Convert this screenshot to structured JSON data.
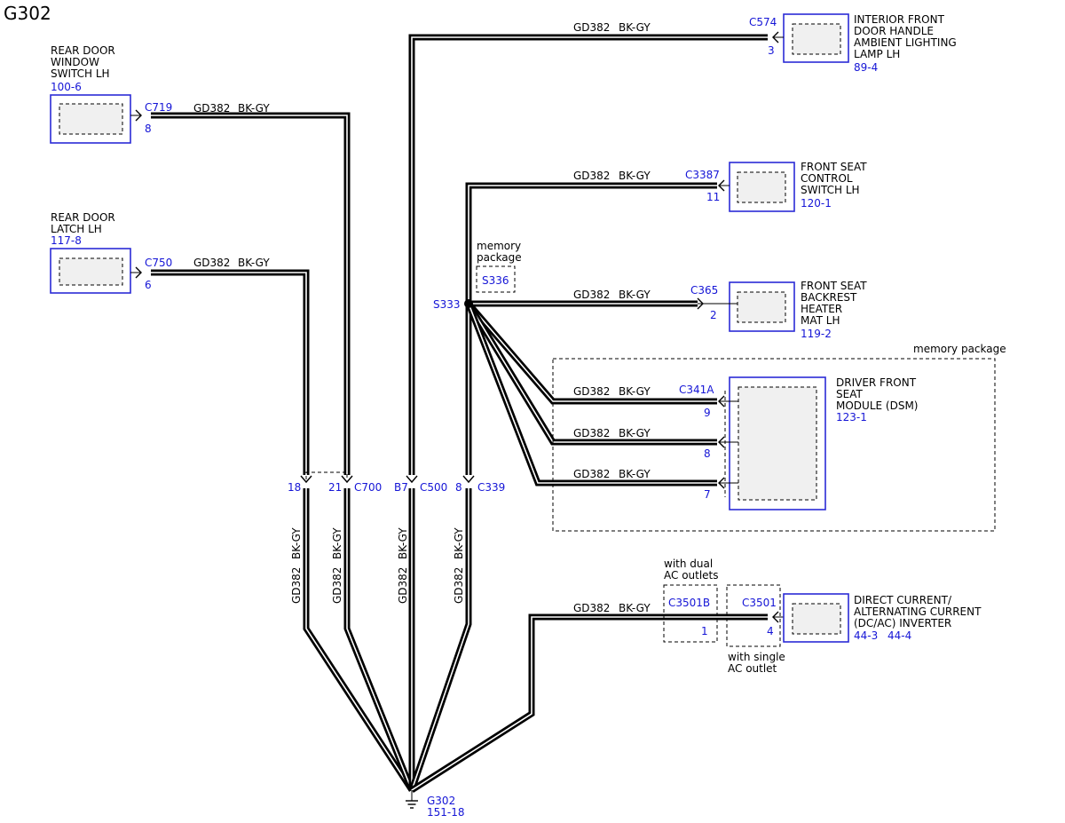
{
  "title": "G302",
  "wire": {
    "code": "GD382",
    "color": "BK-GY"
  },
  "components": {
    "rear_door_window_switch": {
      "name": [
        "REAR DOOR",
        "WINDOW",
        "SWITCH LH"
      ],
      "ref": "100-6",
      "connector": "C719",
      "pin": "8"
    },
    "rear_door_latch": {
      "name": [
        "REAR DOOR",
        "LATCH LH"
      ],
      "ref": "117-8",
      "connector": "C750",
      "pin": "6"
    },
    "interior_handle_lamp": {
      "name": [
        "INTERIOR FRONT",
        "DOOR HANDLE",
        "AMBIENT LIGHTING",
        "LAMP LH"
      ],
      "ref": "89-4",
      "connector": "C574",
      "pin": "3"
    },
    "front_seat_control_switch": {
      "name": [
        "FRONT SEAT",
        "CONTROL",
        "SWITCH LH"
      ],
      "ref": "120-1",
      "connector": "C3387",
      "pin": "11"
    },
    "front_seat_heater_mat": {
      "name": [
        "FRONT SEAT",
        "BACKREST",
        "HEATER",
        "MAT LH"
      ],
      "ref": "119-2",
      "connector": "C365",
      "pin": "2"
    },
    "driver_seat_module": {
      "name": [
        "DRIVER FRONT",
        "SEAT",
        "MODULE (DSM)"
      ],
      "ref": "123-1",
      "connector": "C341A",
      "pins": [
        "9",
        "8",
        "7"
      ]
    },
    "dc_ac_inverter": {
      "name": [
        "DIRECT CURRENT/",
        "ALTERNATING CURRENT",
        "(DC/AC) INVERTER"
      ],
      "refs": [
        "44-3",
        "44-4"
      ],
      "connector": "C3501",
      "pin": "4"
    }
  },
  "inline_connectors": {
    "c700": {
      "label": "C700",
      "pins": [
        "18",
        "21"
      ]
    },
    "c500": {
      "label": "C500",
      "pin": "B7"
    },
    "c339": {
      "label": "C339",
      "pin": "8"
    },
    "c3501b": {
      "label": "C3501B",
      "pin": "1"
    }
  },
  "splices": {
    "s333": {
      "label": "S333"
    },
    "s336": {
      "label": "S336",
      "note": [
        "memory",
        "package"
      ]
    }
  },
  "options": {
    "memory_package": "memory package",
    "dual_ac": [
      "with dual",
      "AC outlets"
    ],
    "single_ac": [
      "with single",
      "AC outlet"
    ]
  },
  "ground": {
    "label": "G302",
    "ref": "151-18"
  }
}
